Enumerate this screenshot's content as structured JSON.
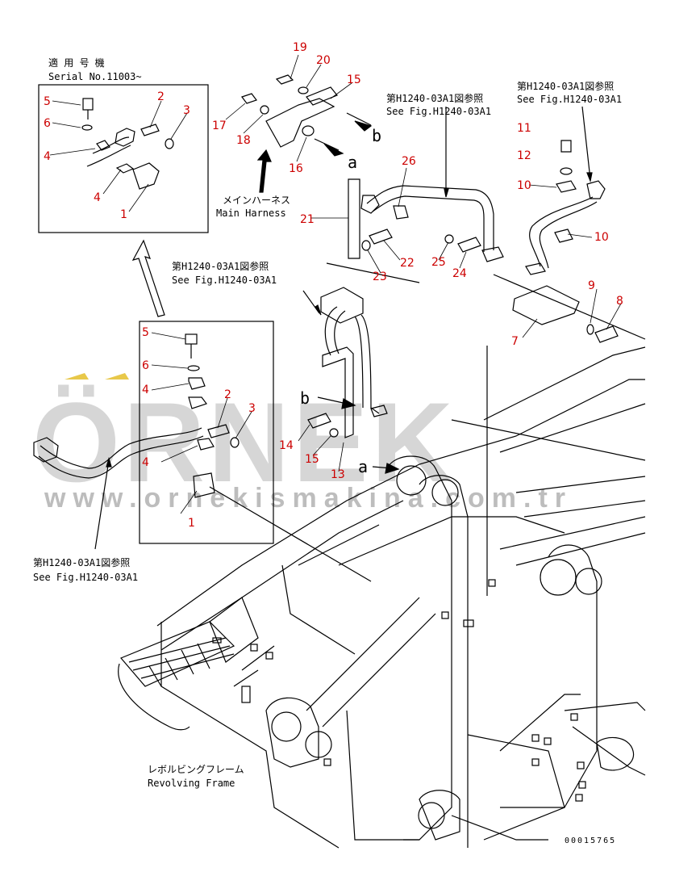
{
  "labels": {
    "applicability_jp": "適 用 号 機",
    "serial": "Serial No.11003~",
    "ref1_jp": "第H1240-03A1図参照",
    "ref1_en": "See Fig.H1240-03A1",
    "ref2_jp": "第H1240-03A1図参照",
    "ref2_en": "See Fig.H1240-03A1",
    "ref3_jp": "第H1240-03A1図参照",
    "ref3_en": "See Fig.H1240-03A1",
    "ref4_jp": "第H1240-03A1図参照",
    "ref4_en": "See Fig.H1240-03A1",
    "harness_jp": "メインハーネス",
    "harness_en": "Main Harness",
    "frame_jp": "レボルビングフレーム",
    "frame_en": "Revolving Frame",
    "drawing_no": "00015765",
    "marker_a": "a",
    "marker_b": "b"
  },
  "parts": [
    "1",
    "2",
    "3",
    "4",
    "5",
    "6",
    "7",
    "8",
    "9",
    "10",
    "11",
    "12",
    "13",
    "14",
    "15",
    "16",
    "17",
    "18",
    "19",
    "20",
    "21",
    "22",
    "23",
    "24",
    "25",
    "26"
  ],
  "watermark": {
    "logo": "ÖRNEK",
    "url": "www.ornekismakina.com.tr"
  },
  "colors": {
    "line": "#000000",
    "callout": "#cc0000",
    "watermark": "#cfcfcf",
    "watermark_accent": "#e8c84a"
  }
}
